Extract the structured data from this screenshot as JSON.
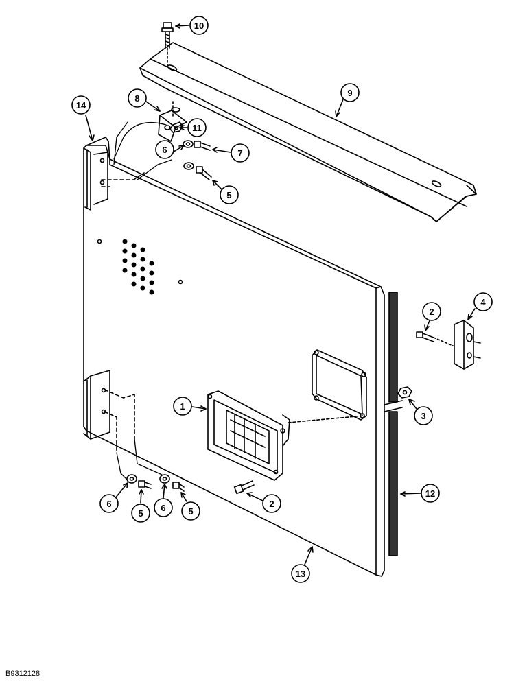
{
  "figure": {
    "id": "B9312128"
  },
  "callouts": [
    {
      "key": "c10",
      "label": "10"
    },
    {
      "key": "c9",
      "label": "9"
    },
    {
      "key": "c8",
      "label": "8"
    },
    {
      "key": "c14",
      "label": "14"
    },
    {
      "key": "c11",
      "label": "11"
    },
    {
      "key": "c6a",
      "label": "6"
    },
    {
      "key": "c7",
      "label": "7"
    },
    {
      "key": "c5a",
      "label": "5"
    },
    {
      "key": "c2a",
      "label": "2"
    },
    {
      "key": "c4",
      "label": "4"
    },
    {
      "key": "c1",
      "label": "1"
    },
    {
      "key": "c3",
      "label": "3"
    },
    {
      "key": "c6b",
      "label": "6"
    },
    {
      "key": "c5b",
      "label": "5"
    },
    {
      "key": "c6c",
      "label": "6"
    },
    {
      "key": "c5c",
      "label": "5"
    },
    {
      "key": "c2b",
      "label": "2"
    },
    {
      "key": "c12",
      "label": "12"
    },
    {
      "key": "c13",
      "label": "13"
    }
  ],
  "colors": {
    "line": "#000000",
    "background": "#ffffff"
  }
}
